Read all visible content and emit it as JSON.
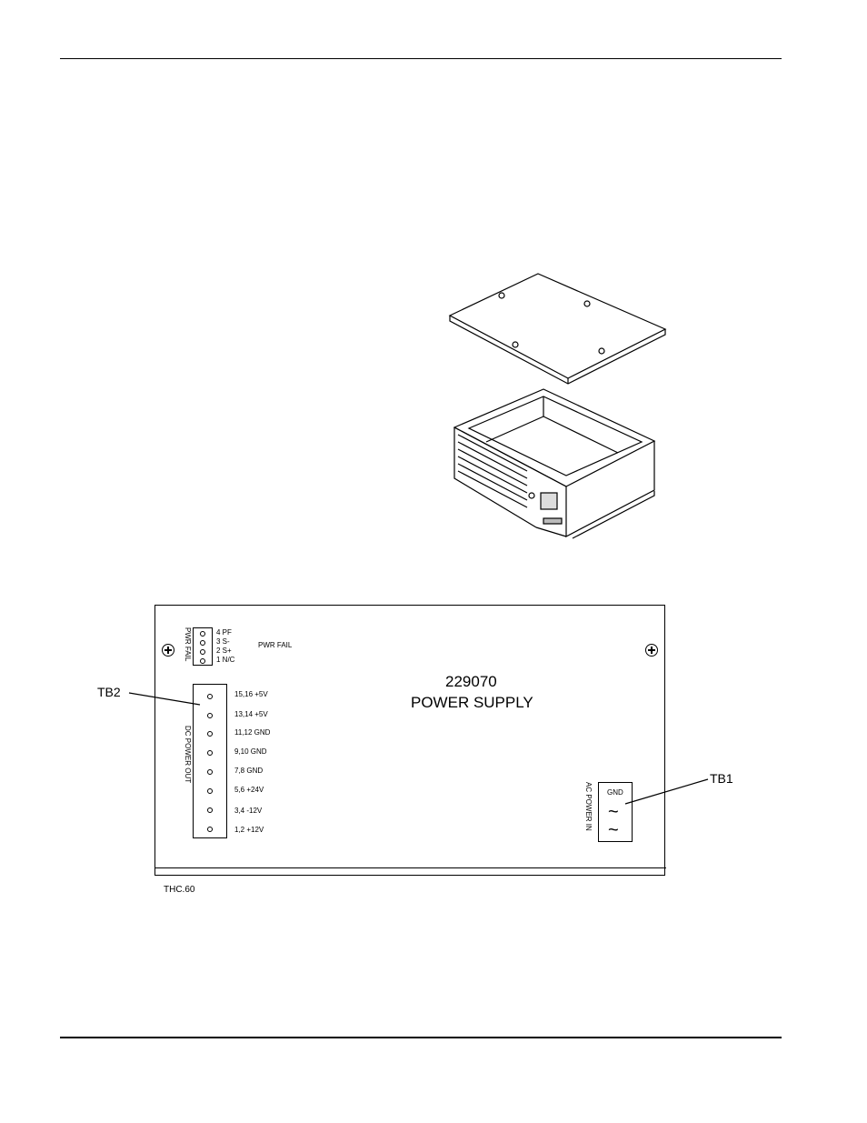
{
  "panel": {
    "model_number": "229070",
    "title": "POWER SUPPLY",
    "pwr_fail_header": "PWR FAIL",
    "pwr_fail_side_label": "PWR FAIL",
    "pwr_fail_pins": [
      "4 PF",
      "3 S-",
      "2 S+",
      "1 N/C"
    ],
    "dc_out_side_label": "DC POWER OUT",
    "dc_out_pins": [
      "15,16 +5V",
      "13,14 +5V",
      "11,12 GND",
      "9,10 GND",
      "7,8 GND",
      "5,6 +24V",
      "3,4 -12V",
      "1,2 +12V"
    ],
    "ac_in_side_label": "AC POWER IN",
    "ac_in_gnd": "GND",
    "ac_symbol": "~"
  },
  "callouts": {
    "tb2": "TB2",
    "tb1": "TB1"
  },
  "figure_id": "THC.60"
}
